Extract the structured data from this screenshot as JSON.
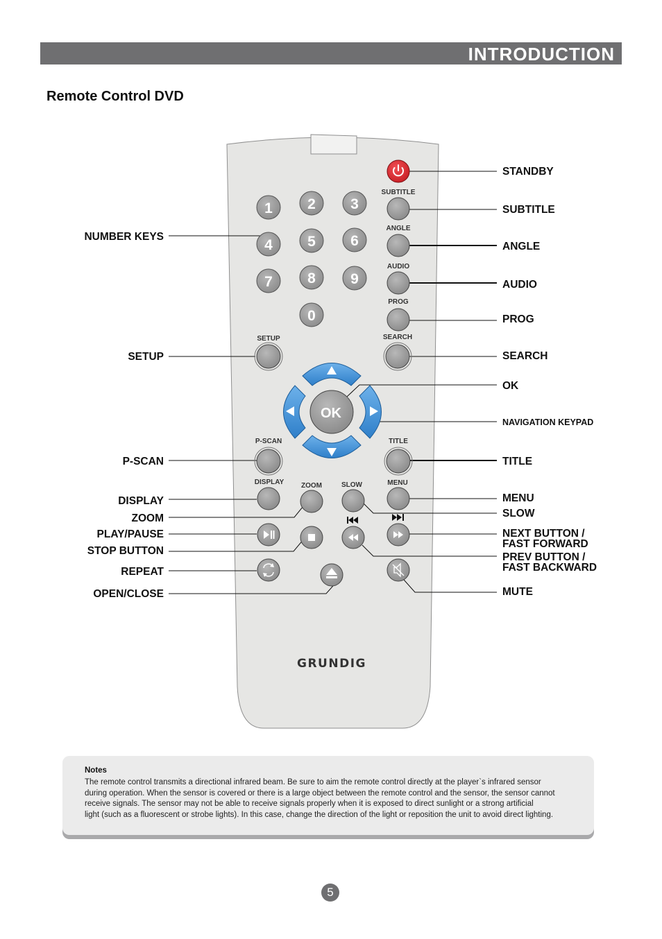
{
  "header": {
    "title": "INTRODUCTION"
  },
  "section_title": "Remote Control DVD",
  "brand": "GRUNDIG",
  "keypad": {
    "digits": [
      "1",
      "2",
      "3",
      "4",
      "5",
      "6",
      "7",
      "8",
      "9",
      "0"
    ],
    "ok": "OK"
  },
  "button_captions": {
    "subtitle": "SUBTITLE",
    "angle": "ANGLE",
    "audio": "AUDIO",
    "prog": "PROG",
    "setup": "SETUP",
    "search": "SEARCH",
    "pscan": "P-SCAN",
    "title": "TITLE",
    "display": "DISPLAY",
    "zoom": "ZOOM",
    "slow": "SLOW",
    "menu": "MENU"
  },
  "callouts": {
    "number_keys": "NUMBER KEYS",
    "setup": "SETUP",
    "pscan": "P-SCAN",
    "display": "DISPLAY",
    "zoom": "ZOOM",
    "play_pause": "PLAY/PAUSE",
    "stop": "STOP BUTTON",
    "repeat": "REPEAT",
    "open_close": "OPEN/CLOSE",
    "standby": "STANDBY",
    "subtitle": "SUBTITLE",
    "angle": "ANGLE",
    "audio": "AUDIO",
    "prog": "PROG",
    "search": "SEARCH",
    "ok": "OK",
    "navigation": "NAVIGATION KEYPAD",
    "title": "TITLE",
    "menu": "MENU",
    "slow": "SLOW",
    "next_1": "NEXT BUTTON /",
    "next_2": "FAST FORWARD",
    "prev_1": "PREV BUTTON /",
    "prev_2": "FAST BACKWARD",
    "mute": "MUTE"
  },
  "notes": {
    "title": "Notes",
    "lines": [
      "The remote control transmits a directional infrared beam. Be sure to aim the remote control directly at the player`s infrared sensor",
      "during operation. When the sensor is covered or there is a large object between the remote control and the sensor, the sensor cannot",
      "receive signals. The sensor may not be able to receive signals properly when it is exposed to direct sunlight or a strong artificial",
      "light (such as a fluorescent or strobe lights). In this case, change the direction of the light or reposition the unit to avoid direct lighting."
    ]
  },
  "page_number": "5",
  "colors": {
    "header_bar": "#6f6f71",
    "remote_body": "#e6e6e4",
    "button": "#9c9c9c",
    "standby": "#e4262c",
    "navigation": "#3f8fd6"
  },
  "icons": [
    "power-icon",
    "play-pause-icon",
    "stop-icon",
    "repeat-icon",
    "eject-icon",
    "prev-icon",
    "next-icon",
    "rewind-icon",
    "fast-forward-icon",
    "mute-icon",
    "arrow-up-icon",
    "arrow-down-icon",
    "arrow-left-icon",
    "arrow-right-icon"
  ]
}
